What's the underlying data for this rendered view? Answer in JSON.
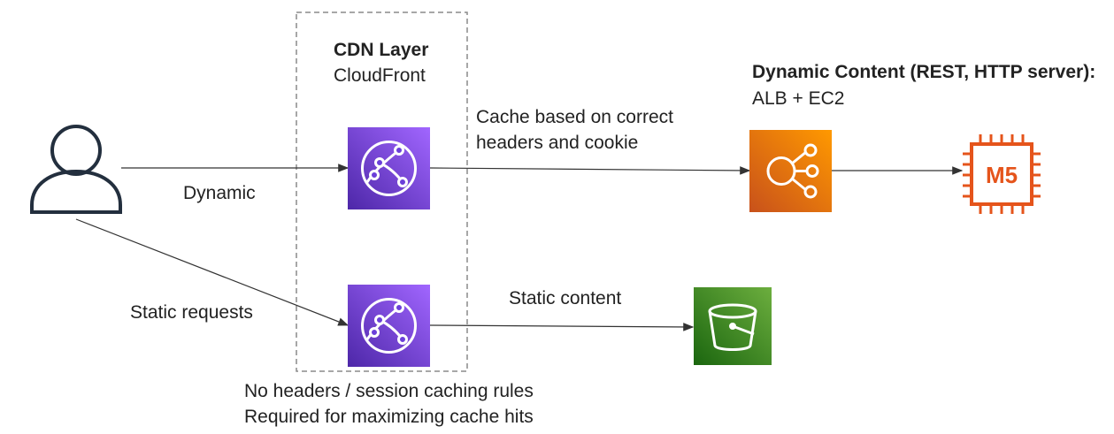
{
  "cdn_layer": {
    "title": "CDN Layer",
    "service": "CloudFront"
  },
  "dynamic_tier": {
    "title": "Dynamic Content (REST, HTTP server):",
    "service": "ALB + EC2"
  },
  "edges": {
    "dynamic": "Dynamic",
    "static_requests": "Static requests",
    "cache_headers_line1": "Cache based on correct",
    "cache_headers_line2": "headers and cookie",
    "static_content": "Static content"
  },
  "notes": {
    "line1": "No headers / session caching rules",
    "line2": "Required for maximizing cache hits"
  },
  "instance_label": "M5",
  "icons": {
    "user": "user-icon",
    "cloudfront": "cloudfront-icon",
    "load_balancer": "elastic-load-balancer-icon",
    "ec2_instance": "ec2-m5-instance-icon",
    "s3_bucket": "s3-bucket-icon"
  },
  "colors": {
    "cloudfront": "#6B3FD9",
    "load_balancer": "#E86A17",
    "ec2": "#E5541B",
    "s3": "#3D8B25",
    "user_stroke": "#232F3E",
    "connector": "#333333",
    "cdn_boundary": "#8A8A8A"
  }
}
